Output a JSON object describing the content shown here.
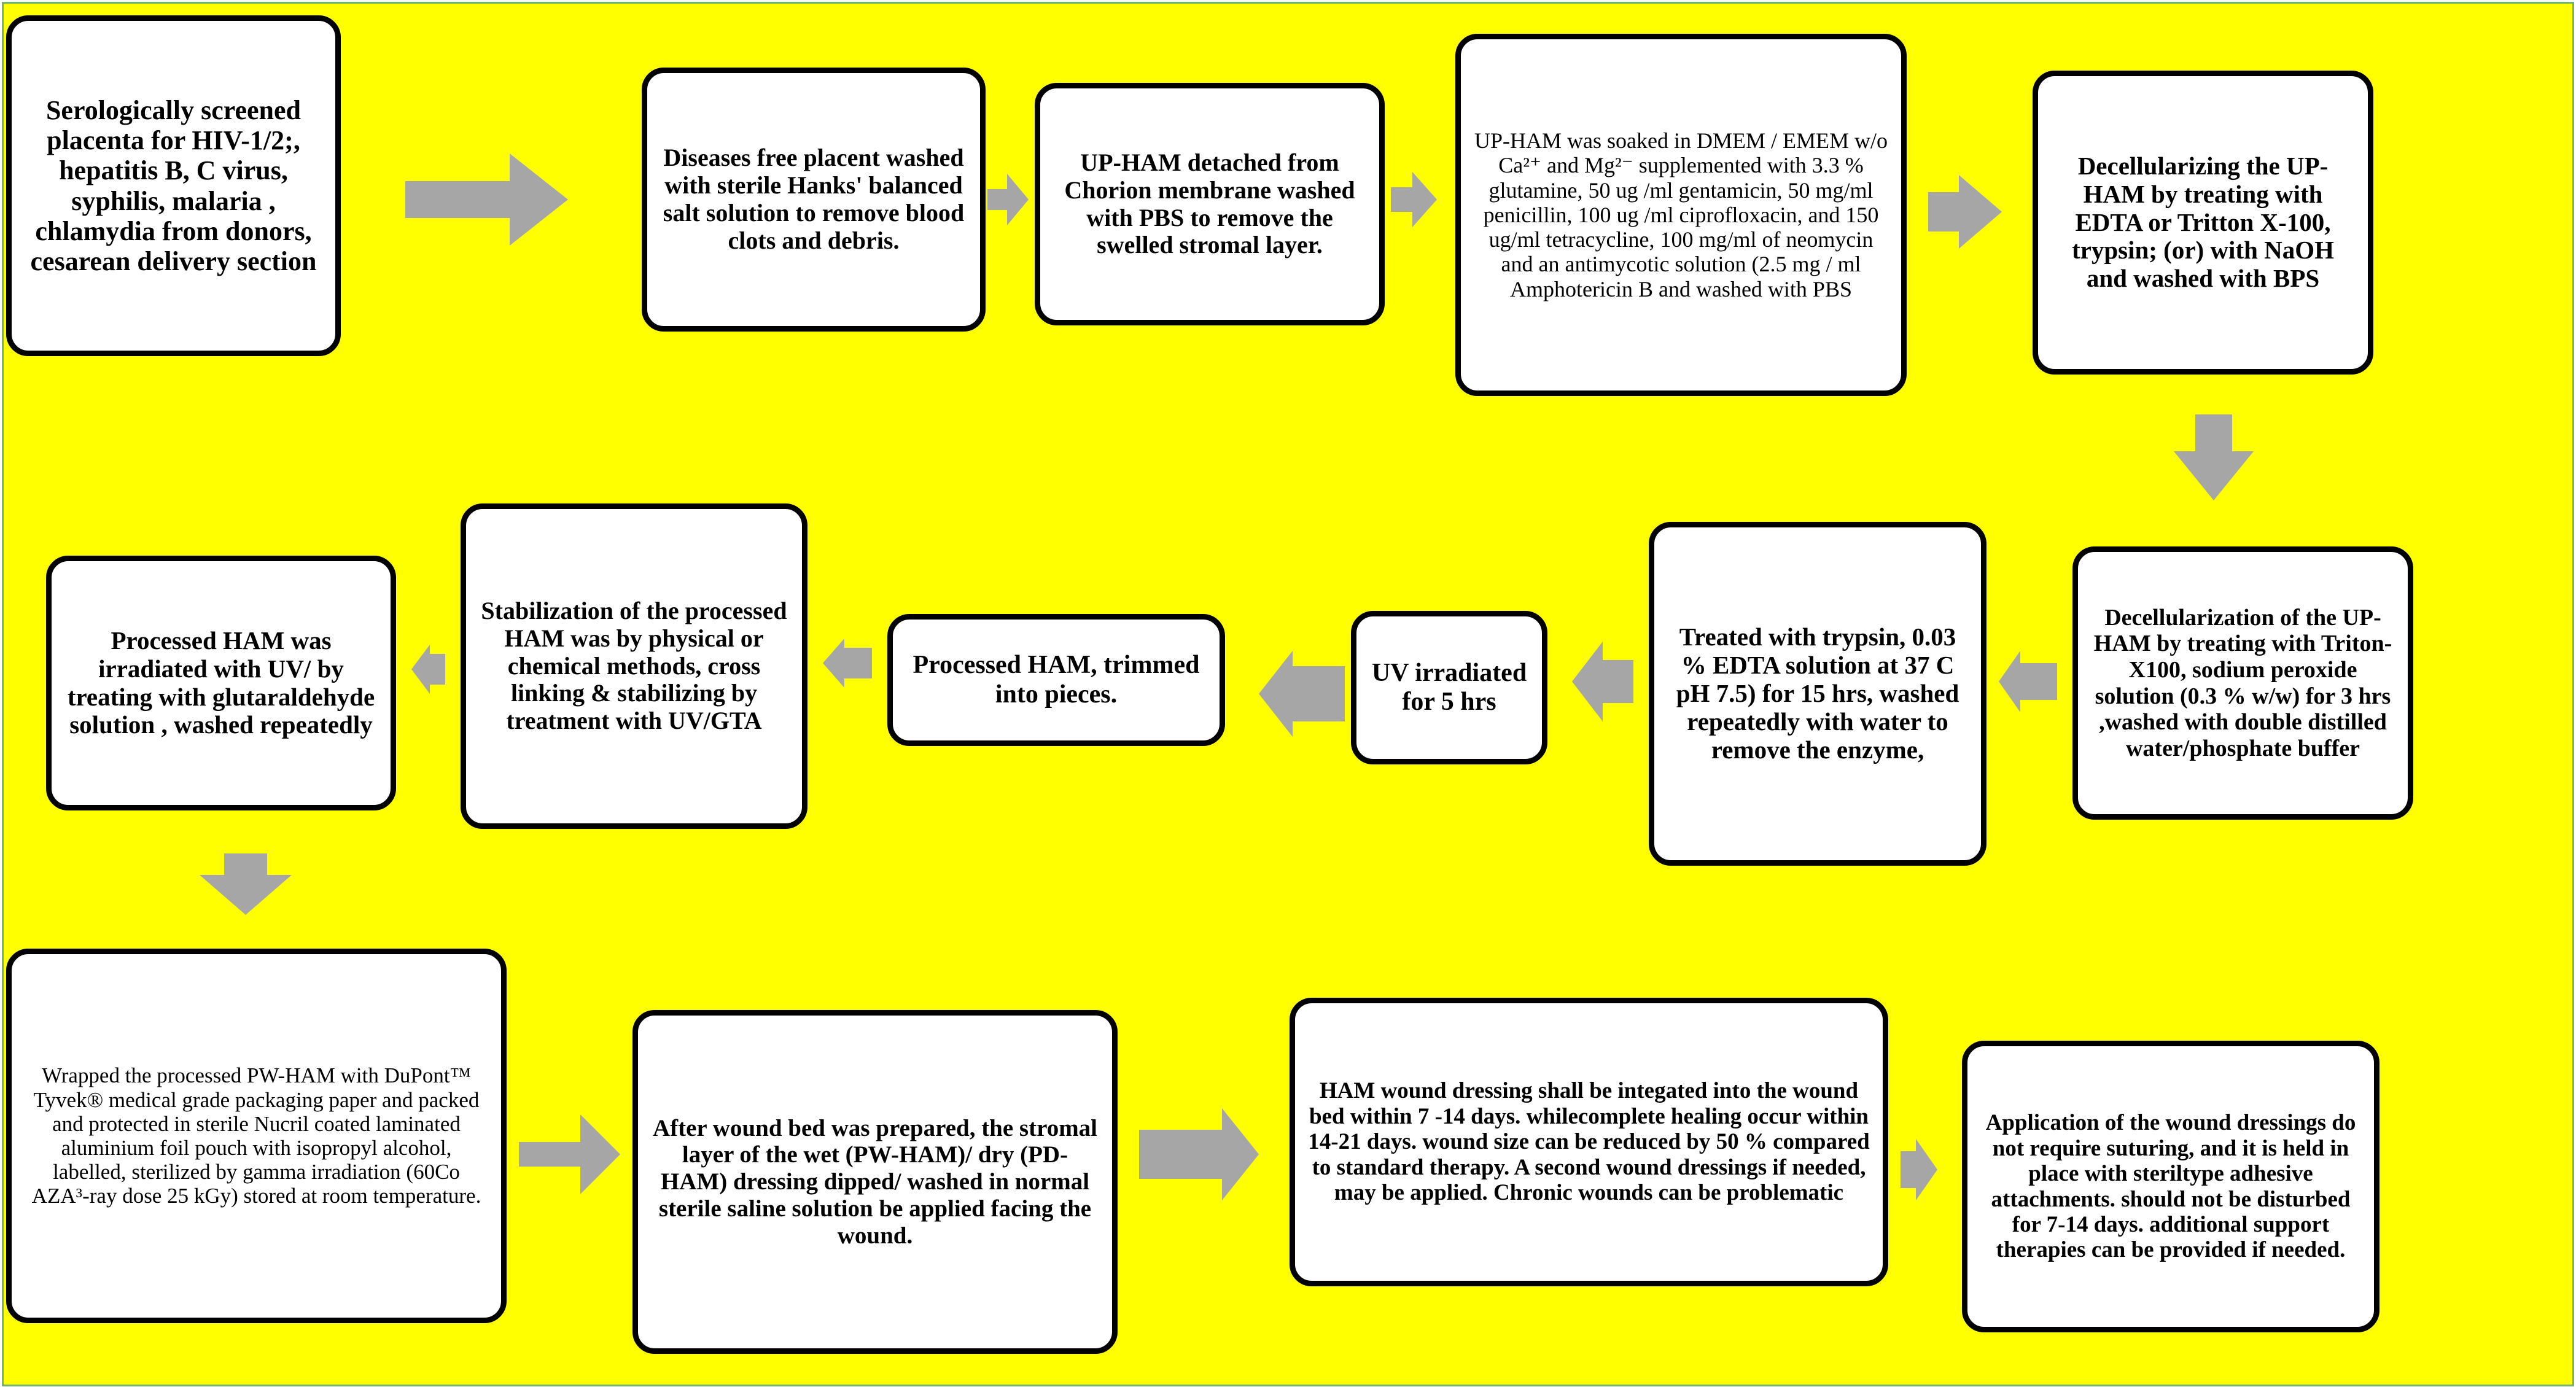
{
  "colors": {
    "background": "#ffff00",
    "frame_border": "#6fb36f",
    "box_fill": "#ffffff",
    "box_border": "#000000",
    "arrow": "#a6a6a6"
  },
  "nodes": [
    {
      "id": "n1",
      "text": "Serologically screened placenta for HIV-1/2;, hepatitis B, C virus, syphilis, malaria , chlamydia from donors, cesarean delivery section"
    },
    {
      "id": "n2",
      "text": "Diseases free placent washed with sterile Hanks' balanced salt solution  to remove blood  clots and debris."
    },
    {
      "id": "n3",
      "text": "UP-HAM detached from Chorion membrane washed with  PBS to  remove the swelled stromal layer."
    },
    {
      "id": "n4",
      "text": "UP-HAM was soaked in DMEM / EMEM   w/o Ca²⁺ and Mg²⁻ supplemented with 3.3 % glutamine, 50 ug /ml gentamicin, 50 mg/ml penicillin, 100 ug /ml ciprofloxacin, and 150 ug/ml tetracycline, 100 mg/ml of neomycin and an antimycotic solution (2.5 mg / ml Amphotericin B and washed with PBS"
    },
    {
      "id": "n5",
      "text": "Decellularizing the UP-HAM by treating with EDTA or Tritton X-100,   trypsin; (or) with NaOH and washed with BPS"
    },
    {
      "id": "n6",
      "text": "Decellularization of the UP-HAM by treating with Triton-X100, sodium peroxide solution (0.3 % w/w) for 3 hrs ,washed with double distilled water/phosphate buffer"
    },
    {
      "id": "n7",
      "text": "Treated with trypsin, 0.03 % EDTA  solution at 37 C pH  7.5) for 15 hrs, washed repeatedly with water to remove the enzyme,"
    },
    {
      "id": "n8",
      "text": "UV irradiated for 5 hrs"
    },
    {
      "id": "n9",
      "text": "Processed  HAM, trimmed into pieces."
    },
    {
      "id": "n10",
      "text": "Stabilization of the processed HAM was by physical or chemical methods, cross linking & stabilizing by treatment with UV/GTA"
    },
    {
      "id": "n11",
      "text": "Processed HAM was irradiated with UV/ by treating with glutaraldehyde solution , washed repeatedly"
    },
    {
      "id": "n12",
      "text": "Wrapped the processed PW-HAM with DuPont™ Tyvek® medical grade packaging paper and packed and protected in sterile Nucril coated laminated aluminium foil pouch with isopropyl alcohol,  labelled, sterilized by gamma irradiation  (60Co AZA³-ray dose 25 kGy) stored at room temperature."
    },
    {
      "id": "n13",
      "text": "After wound bed  was prepared, the stromal layer of the wet (PW-HAM)/ dry (PD-HAM) dressing dipped/ washed in normal sterile saline solution be applied facing the wound."
    },
    {
      "id": "n14",
      "text": "HAM wound dressing shall be integated into the wound bed within 7 -14 days. whilecomplete healing occur within 14-21 days.  wound size can be reduced by 50 % compared to standard therapy. A second wound dressings if needed, may be applied. Chronic wounds can be problematic"
    },
    {
      "id": "n15",
      "text": "Application of  the wound dressings do not require suturing,  and it is held in place with  steriltype adhesive attachments. should not be disturbed for 7-14 days. additional support therapies can be provided if needed."
    }
  ]
}
